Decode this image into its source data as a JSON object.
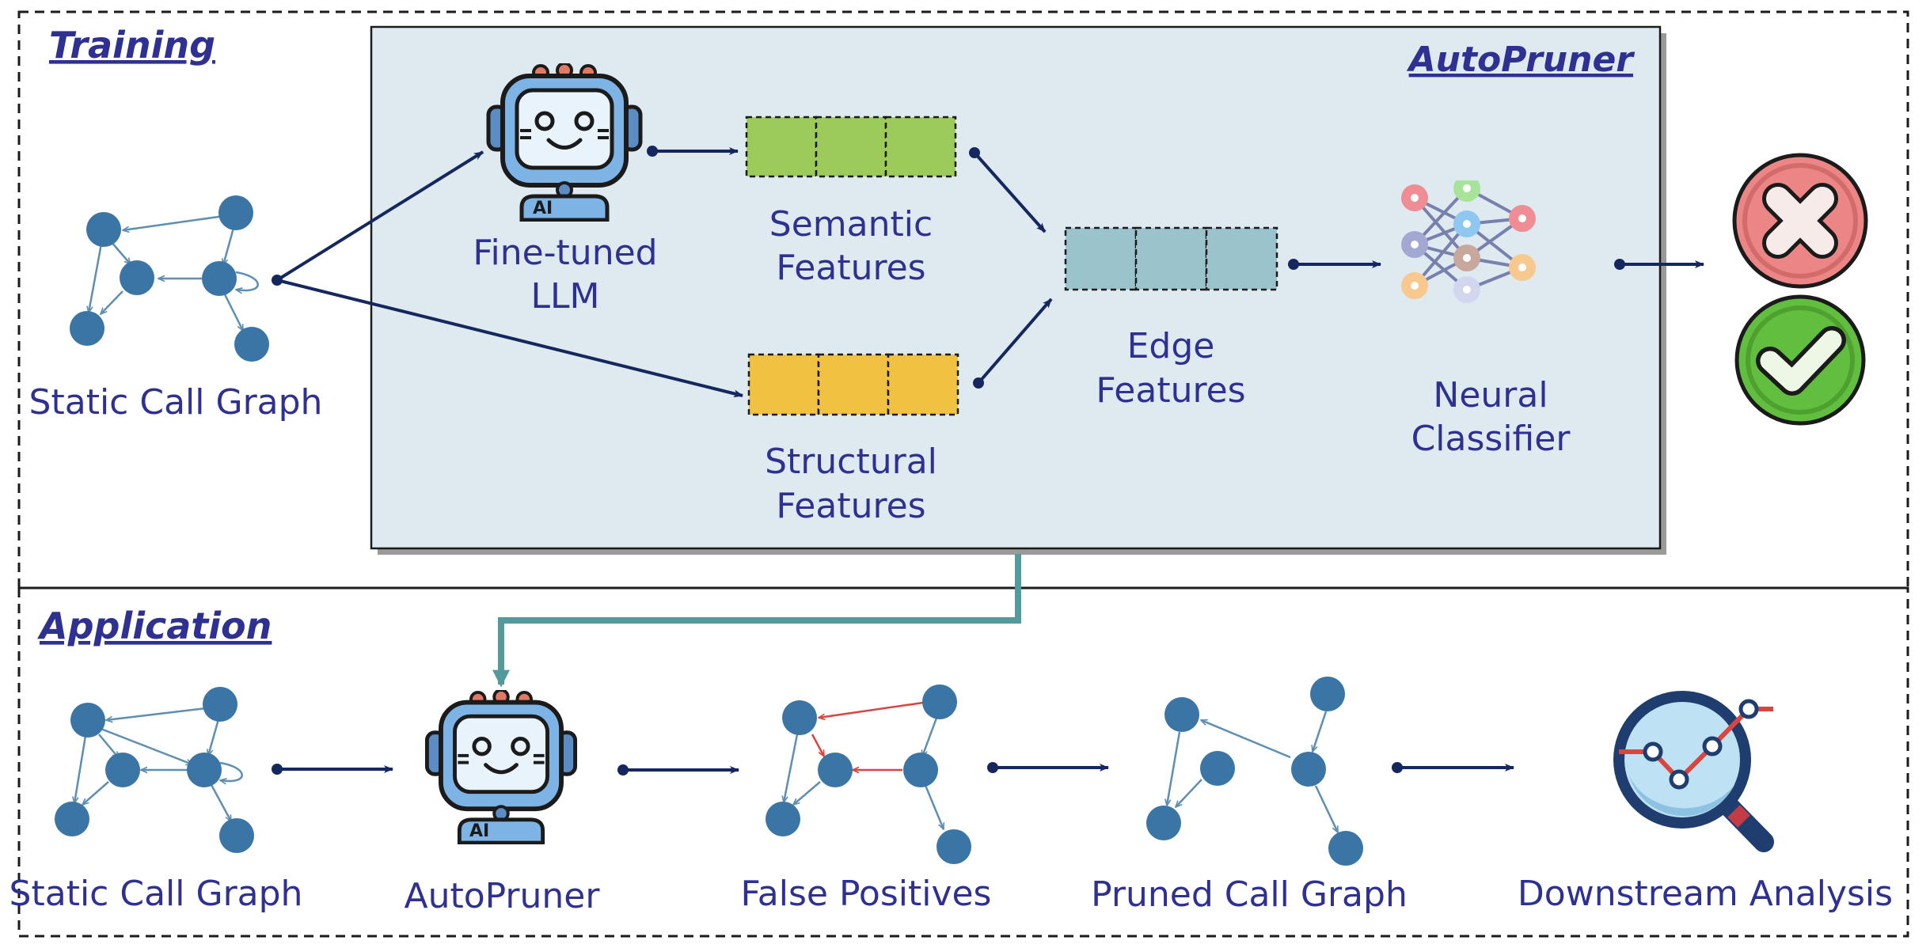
{
  "sections": {
    "training": "Training",
    "application": "Application"
  },
  "autopruner_box": {
    "title": "AutoPruner"
  },
  "training": {
    "static_call_graph": "Static Call Graph",
    "llm_line1": "Fine-tuned",
    "llm_line2": "LLM",
    "semantic_line1": "Semantic",
    "semantic_line2": "Features",
    "structural_line1": "Structural",
    "structural_line2": "Features",
    "edge_line1": "Edge",
    "edge_line2": "Features",
    "classifier_line1": "Neural",
    "classifier_line2": "Classifier"
  },
  "application": {
    "static_call_graph": "Static Call Graph",
    "autopruner": "AutoPruner",
    "false_positives": "False Positives",
    "pruned_call_graph": "Pruned Call Graph",
    "downstream_analysis": "Downstream Analysis"
  },
  "robot_badge": "AI",
  "colors": {
    "label": "#2e3192",
    "node": "#3a75a5",
    "edge": "#5e8fb3",
    "arrow": "#14275e",
    "box_fill": "#deeaef",
    "semantic": "#9ccb5b",
    "structural": "#f1c242",
    "edge_feat": "#9bc3cb",
    "connector": "#54999b",
    "false_positive_edge": "#d9463e",
    "reject": "#ec8686",
    "accept": "#62be3f"
  },
  "icons": {
    "llm": "robot-icon",
    "classifier": "neural-network-icon",
    "reject": "cross-circle-icon",
    "accept": "check-circle-icon",
    "downstream": "magnifier-chart-icon"
  }
}
